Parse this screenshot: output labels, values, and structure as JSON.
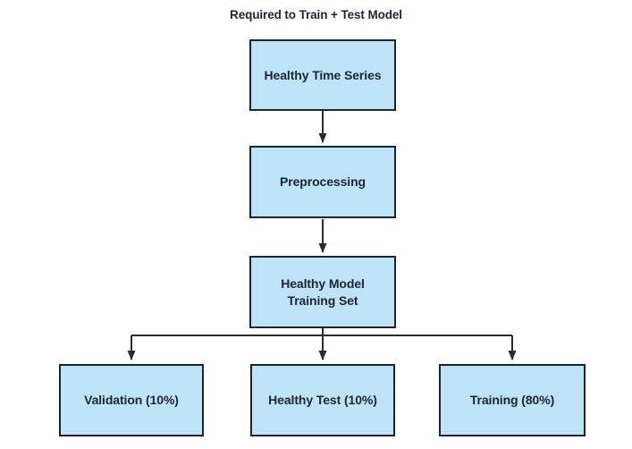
{
  "diagram": {
    "title": "Required to Train + Test Model",
    "colors": {
      "node_fill": "#bee3f7",
      "node_border": "#1b2231",
      "arrow": "#2b2b2b",
      "text": "#1d2433",
      "background": "#ffffff"
    },
    "nodes": [
      {
        "id": "healthy-time-series",
        "lines": [
          "Healthy Time Series"
        ]
      },
      {
        "id": "preprocessing",
        "lines": [
          "Preprocessing"
        ]
      },
      {
        "id": "healthy-model-training-set",
        "lines": [
          "Healthy Model",
          "Training Set"
        ]
      },
      {
        "id": "validation",
        "lines": [
          "Validation (10%)"
        ]
      },
      {
        "id": "healthy-test",
        "lines": [
          "Healthy Test (10%)"
        ]
      },
      {
        "id": "training",
        "lines": [
          "Training (80%)"
        ]
      }
    ],
    "edges": [
      {
        "from": "healthy-time-series",
        "to": "preprocessing"
      },
      {
        "from": "preprocessing",
        "to": "healthy-model-training-set"
      },
      {
        "from": "healthy-model-training-set",
        "to": "validation"
      },
      {
        "from": "healthy-model-training-set",
        "to": "healthy-test"
      },
      {
        "from": "healthy-model-training-set",
        "to": "training"
      }
    ]
  }
}
